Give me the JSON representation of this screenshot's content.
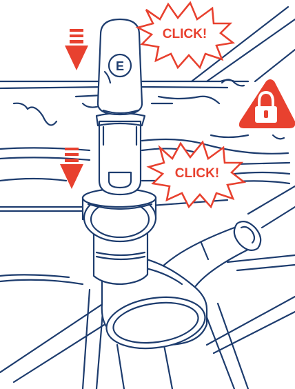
{
  "labels": {
    "click_top": "CLICK!",
    "click_bottom": "CLICK!",
    "clip_letter": "E"
  },
  "icons": {
    "arrow_top": "arrow-down-icon",
    "arrow_bottom": "arrow-down-icon",
    "lock": "lock-warning-icon"
  },
  "colors": {
    "line": "#1d3c6e",
    "accent": "#e8412f",
    "background": "#ffffff"
  }
}
